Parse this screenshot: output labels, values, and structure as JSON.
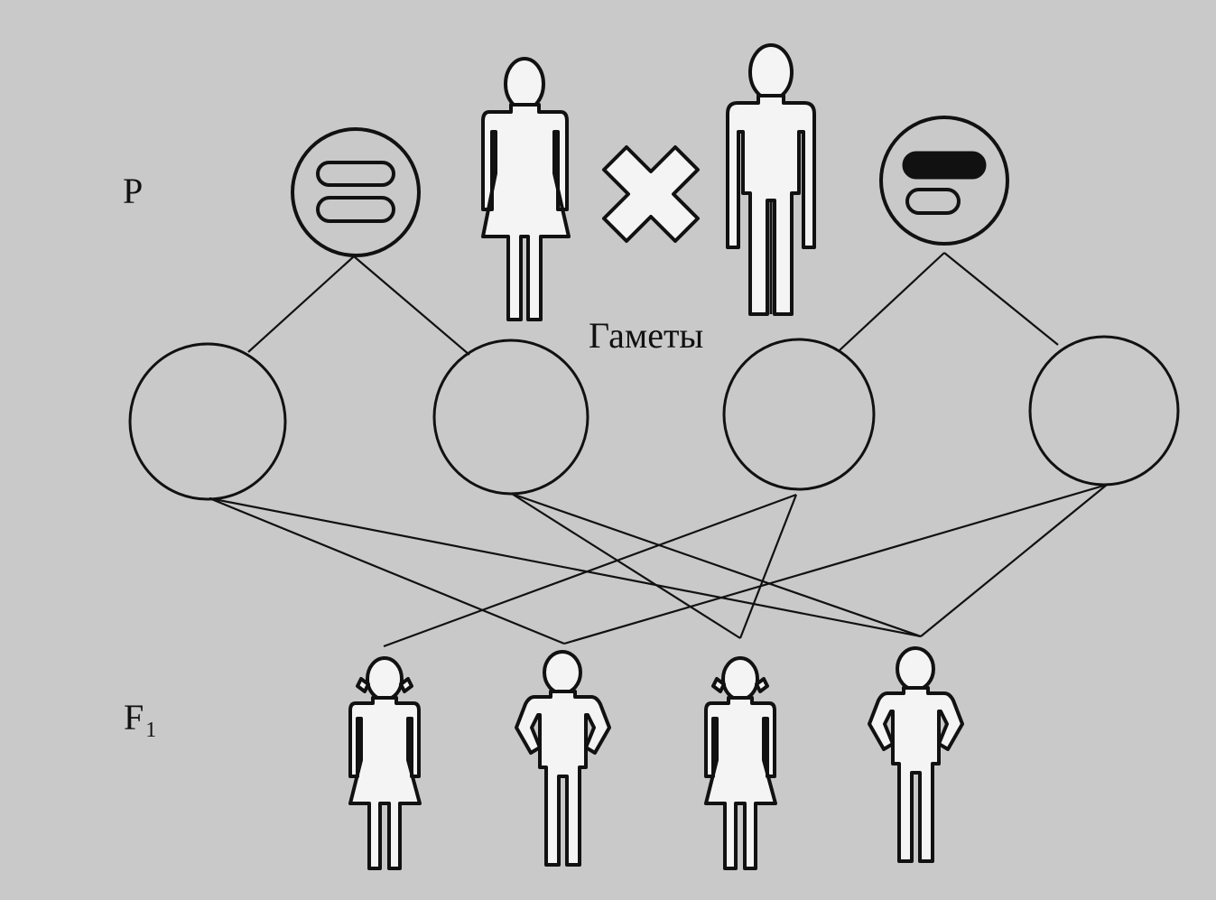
{
  "labels": {
    "parents": "P",
    "gametes": "Гаметы",
    "offspring": "F",
    "offspring_sub": "1"
  },
  "colors": {
    "background": "#c9c9c9",
    "ink": "#111111",
    "figure_fill": "#f4f4f4"
  },
  "parents": [
    {
      "sex": "female",
      "icon": "woman-figure-icon",
      "chromosomes": [
        "X",
        "X"
      ]
    },
    {
      "sex": "male",
      "icon": "man-figure-icon",
      "chromosomes": [
        "X",
        "Y"
      ]
    }
  ],
  "cross_symbol": "cross-icon",
  "gametes": [
    {
      "parent": "female"
    },
    {
      "parent": "female"
    },
    {
      "parent": "male"
    },
    {
      "parent": "male"
    }
  ],
  "offspring": [
    {
      "sex": "female",
      "icon": "girl-figure-icon"
    },
    {
      "sex": "male",
      "icon": "boy-figure-icon"
    },
    {
      "sex": "female",
      "icon": "girl-figure-icon"
    },
    {
      "sex": "male",
      "icon": "boy-figure-icon"
    }
  ]
}
